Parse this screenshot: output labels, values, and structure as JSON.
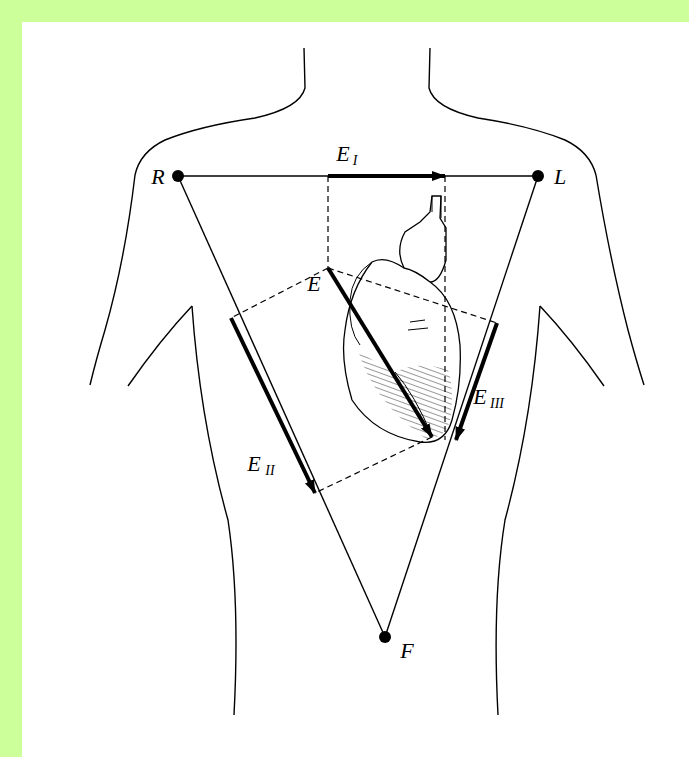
{
  "diagram": {
    "labels": [
      "R",
      "E",
      "I",
      "L",
      "E",
      "E",
      "III",
      "E",
      "II",
      "F"
    ]
  }
}
